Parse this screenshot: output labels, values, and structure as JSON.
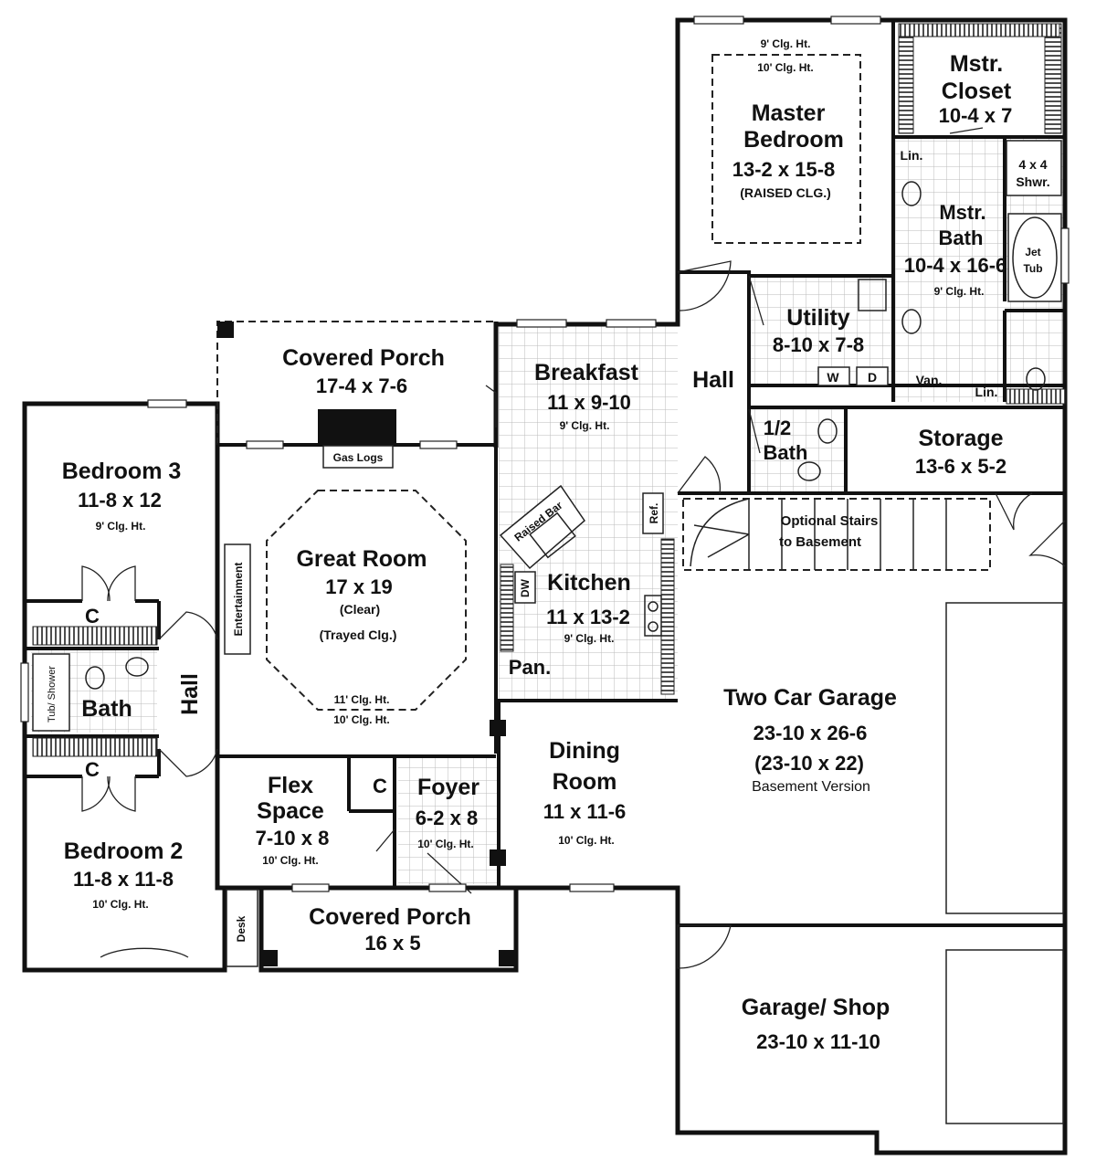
{
  "rooms": {
    "master_bedroom": {
      "name_line1": "Master",
      "name_line2": "Bedroom",
      "dims": "13-2 x 15-8",
      "note": "(RAISED CLG.)",
      "ceiling_outer": "9' Clg. Ht.",
      "ceiling_inner": "10' Clg. Ht."
    },
    "master_closet": {
      "name_line1": "Mstr.",
      "name_line2": "Closet",
      "dims": "10-4 x 7"
    },
    "master_bath": {
      "name_line1": "Mstr.",
      "name_line2": "Bath",
      "dims": "10-4 x 16-6",
      "ceiling": "9' Clg. Ht."
    },
    "shower": {
      "line1": "4 x 4",
      "line2": "Shwr."
    },
    "jet_tub": {
      "line1": "Jet",
      "line2": "Tub"
    },
    "linen_top": "Lin.",
    "linen_bottom": "Lin.",
    "vanity": "Van.",
    "utility": {
      "name": "Utility",
      "dims": "8-10 x 7-8",
      "washer": "W",
      "dryer": "D"
    },
    "hall_right": "Hall",
    "half_bath": {
      "name_line1": "1/2",
      "name_line2": "Bath"
    },
    "storage": {
      "name": "Storage",
      "dims": "13-6 x 5-2"
    },
    "stairs": {
      "line1": "Optional Stairs",
      "line2": "to Basement"
    },
    "breakfast": {
      "name": "Breakfast",
      "dims": "11 x 9-10",
      "ceiling": "9' Clg. Ht."
    },
    "covered_porch_back": {
      "name": "Covered Porch",
      "dims": "17-4 x 7-6"
    },
    "gas_logs": "Gas Logs",
    "great_room": {
      "name": "Great Room",
      "dims": "17 x 19",
      "clear": "(Clear)",
      "trayed": "(Trayed Clg.)",
      "ceiling_inner": "11' Clg. Ht.",
      "ceiling_outer": "10' Clg. Ht."
    },
    "entertainment": "Entertainment",
    "kitchen": {
      "name": "Kitchen",
      "dims": "11 x 13-2",
      "ceiling": "9' Clg. Ht.",
      "raised_bar": "Raised Bar",
      "ref": "Ref.",
      "dw": "DW"
    },
    "pantry": "Pan.",
    "bedroom3": {
      "name": "Bedroom 3",
      "dims": "11-8 x 12",
      "ceiling": "9' Clg. Ht."
    },
    "closet_top": "C",
    "closet_bottom": "C",
    "closet_foyer": "C",
    "bath": {
      "name": "Bath",
      "tub": "Tub/ Shower"
    },
    "hall_left": "Hall",
    "bedroom2": {
      "name": "Bedroom 2",
      "dims": "11-8 x 11-8",
      "ceiling": "10' Clg. Ht."
    },
    "desk": "Desk",
    "flex_space": {
      "name_line1": "Flex",
      "name_line2": "Space",
      "dims": "7-10 x 8",
      "ceiling": "10' Clg. Ht."
    },
    "foyer": {
      "name": "Foyer",
      "dims": "6-2 x 8",
      "ceiling": "10' Clg. Ht."
    },
    "dining_room": {
      "name_line1": "Dining",
      "name_line2": "Room",
      "dims": "11 x 11-6",
      "ceiling": "10' Clg. Ht."
    },
    "covered_porch_front": {
      "name": "Covered Porch",
      "dims": "16 x 5"
    },
    "garage": {
      "name": "Two Car Garage",
      "dims": "23-10 x 26-6",
      "alt_dims": "(23-10 x 22)",
      "note": "Basement Version"
    },
    "garage_shop": {
      "name": "Garage/ Shop",
      "dims": "23-10 x 11-10"
    }
  }
}
